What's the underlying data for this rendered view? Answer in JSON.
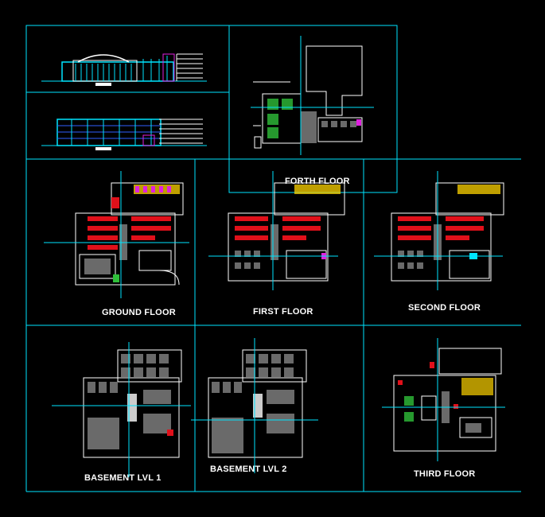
{
  "drawing": {
    "background": "#000000",
    "frame_color": "#00e5ff",
    "colors": {
      "wall": "#ffffff",
      "axis": "#00e5ff",
      "red": "#e0101a",
      "yellow": "#ffd400",
      "green": "#2fbf3a",
      "grey": "#6a6a6a",
      "magenta": "#e020e0",
      "blue": "#3060ff"
    }
  },
  "labels": {
    "forth_floor": "FORTH FLOOR",
    "ground_floor": "GROUND FLOOR",
    "first_floor": "FIRST FLOOR",
    "second_floor": "SECOND FLOOR",
    "basement_lvl_1": "BASEMENT LVL 1",
    "basement_lvl_2": "BASEMENT LVL 2",
    "third_floor": "THIRD FLOOR"
  }
}
